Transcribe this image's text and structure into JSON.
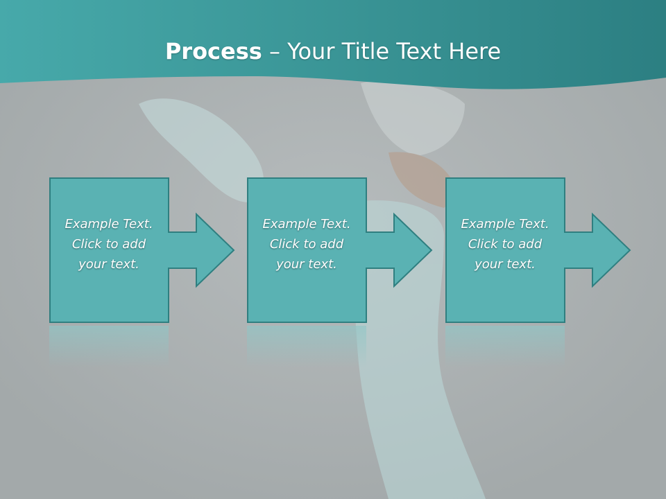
{
  "slide": {
    "title_bold": "Process",
    "title_rest": " – Your Title Text Here"
  },
  "process_steps": [
    {
      "line1": "Example Text.",
      "line2": "Click  to add",
      "line3": "your text."
    },
    {
      "line1": "Example Text.",
      "line2": "Click  to add",
      "line3": "your text."
    },
    {
      "line1": "Example Text.",
      "line2": "Click  to add",
      "line3": "your text."
    }
  ],
  "colors": {
    "header_teal": "#3a9a9b",
    "box_fill": "#5ab2b3",
    "box_border": "#2f7f80",
    "background": "#a7adae"
  }
}
